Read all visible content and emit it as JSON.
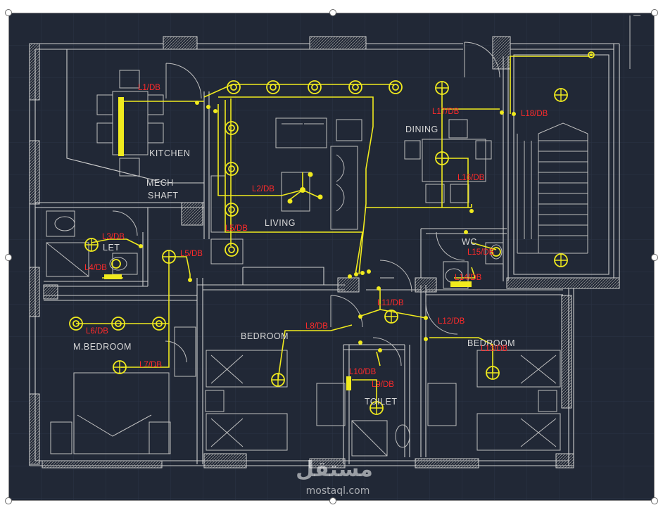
{
  "rooms": {
    "kitchen": "KITCHEN",
    "mech_shaft_1": "MECH",
    "mech_shaft_2": "SHAFT",
    "living": "LIVING",
    "dining": "DINING",
    "toilet_left": "LET",
    "wc": "WC",
    "m_bedroom": "M.BEDROOM",
    "bedroom_center": "BEDROOM",
    "bedroom_right": "BEDROOM",
    "toilet_center": "TOILET"
  },
  "circuit_labels": {
    "l1": "L1/DB",
    "l2": "L2/DB",
    "l3": "L3/DB",
    "l4": "L4/DB",
    "l5_living": "L5/DB",
    "l5_hall": "L5/DB",
    "l6": "L6/DB",
    "l7": "L7/DB",
    "l8": "L8/DB",
    "l9": "L9/DB",
    "l10": "L10/DB",
    "l11": "L11/DB",
    "l12": "L12/DB",
    "l13": "L13/DB",
    "l14": "L14/DB",
    "l15": "L15/DB",
    "l16": "L16/DB",
    "l17": "L17/DB",
    "l18": "L18/DB"
  },
  "watermark": {
    "arabic": "مستقل",
    "url": "mostaql.com"
  },
  "colors": {
    "background": "#212836",
    "wiring": "#f0ea1e",
    "labels": "#ff2a2a",
    "walls": "#cfcfcf"
  }
}
